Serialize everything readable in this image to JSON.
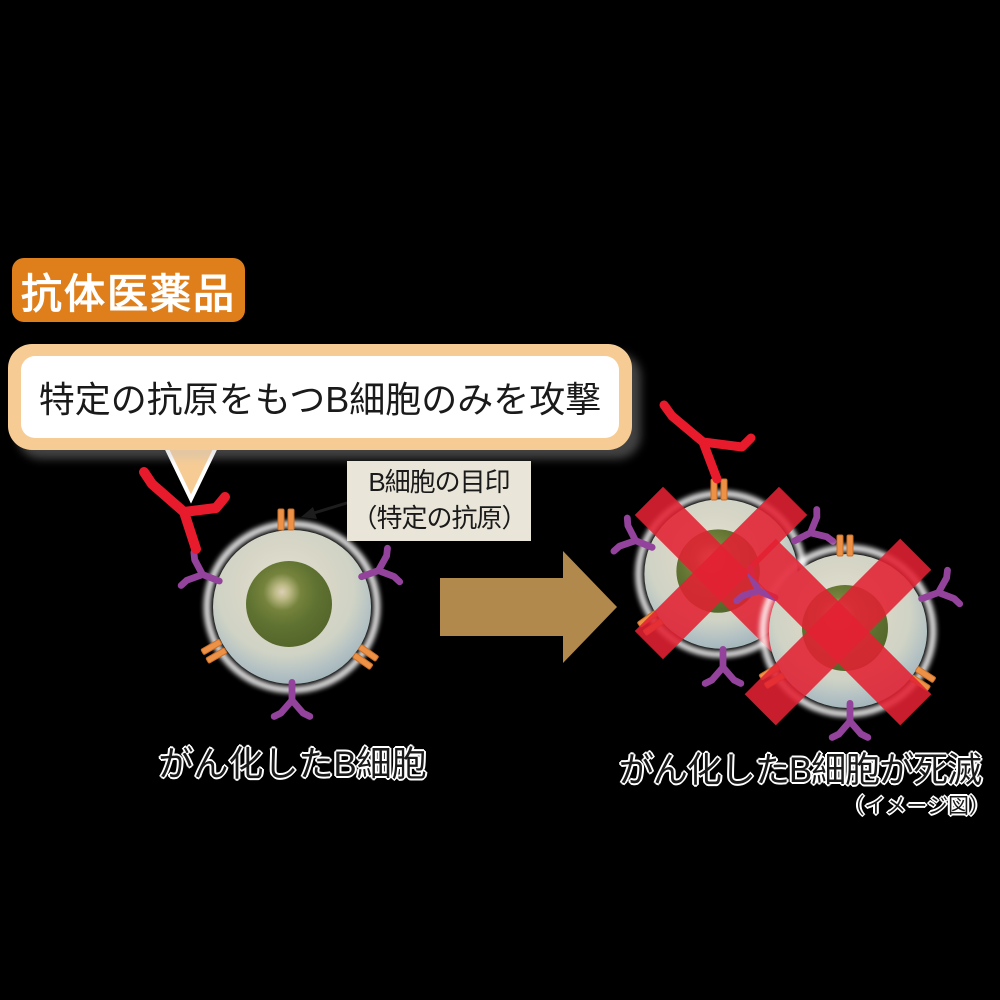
{
  "title_badge": {
    "label": "抗体医薬品"
  },
  "speech_bubble": {
    "text": "特定の抗原をもつB細胞のみを攻撃"
  },
  "annotation": {
    "line1": "B細胞の目印",
    "line2": "（特定の抗原）"
  },
  "labels": {
    "left_cell": "がん化したB細胞",
    "right_cells": "がん化したB細胞が死滅",
    "note": "（イメージ図）"
  },
  "icons": {
    "antibody_drug": "red-Y-antibody-icon",
    "b_cell_receptor": "purple-Y-receptor-icon",
    "specific_antigen": "orange-double-bar-antigen-icon",
    "cross_out": "red-x-mark-icon",
    "transition": "right-arrow-icon",
    "pointer": "annotation-arrow-icon",
    "bubble_tail": "speech-bubble-tail"
  },
  "colors": {
    "background": "#000000",
    "badge_bg": "#DF7F1B",
    "badge_text": "#FFFFFF",
    "bubble_border": "#F7CC94",
    "bubble_bg": "#FFFFFF",
    "annotation_bg": "#E9E6D9",
    "text": "#1A1A1A",
    "antibody_red": "#E81B2C",
    "x_red": "#E32132",
    "receptor_purple": "#93439B",
    "antigen_orange": "#EC9146",
    "antigen_orange_dark": "#C9702B",
    "arrow_tan": "#B2894D",
    "cell_body_light": "#E4E2D4",
    "cell_body_edge": "#9DB1B8",
    "nucleus_green": "#5F7231",
    "nucleus_highlight": "#DCD0B6",
    "cell_halo": "#FFFFFF"
  }
}
